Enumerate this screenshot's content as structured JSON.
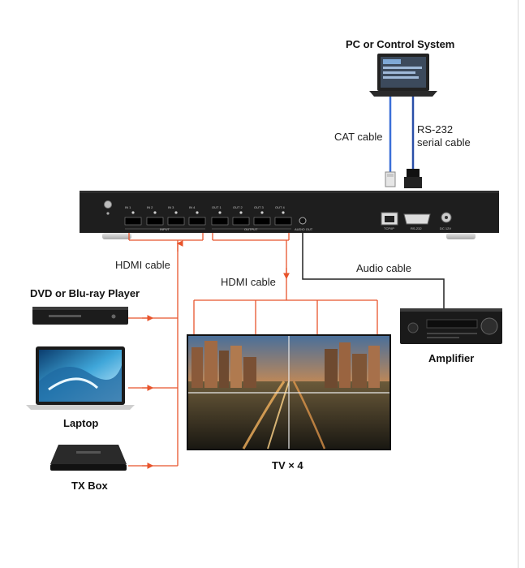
{
  "devices": {
    "pc": "PC or Control System",
    "dvd": "DVD or Blu-ray Player",
    "laptop": "Laptop",
    "txbox": "TX Box",
    "tv": "TV × 4",
    "amplifier": "Amplifier"
  },
  "cables": {
    "cat": "CAT cable",
    "rs232_line1": "RS-232",
    "rs232_line2": "serial cable",
    "hdmi_in": "HDMI cable",
    "hdmi_out": "HDMI cable",
    "audio": "Audio cable"
  },
  "matrix": {
    "inputs": [
      "IN 1",
      "IN 2",
      "IN 3",
      "IN 4"
    ],
    "outputs": [
      "OUT 1",
      "OUT 2",
      "OUT 3",
      "OUT 4"
    ],
    "input_group": "INPUT",
    "output_group": "OUTPUT",
    "audio_port": "AUDIO OUT",
    "tcp_port": "TCP/IP",
    "rs232_port": "RS-232",
    "power_port": "DC 12V"
  },
  "colors": {
    "hdmi_line": "#e8542c",
    "cat_line": "#3a6fd8",
    "serial_line": "#2a4fa8",
    "device_body": "#1e1e1e"
  }
}
